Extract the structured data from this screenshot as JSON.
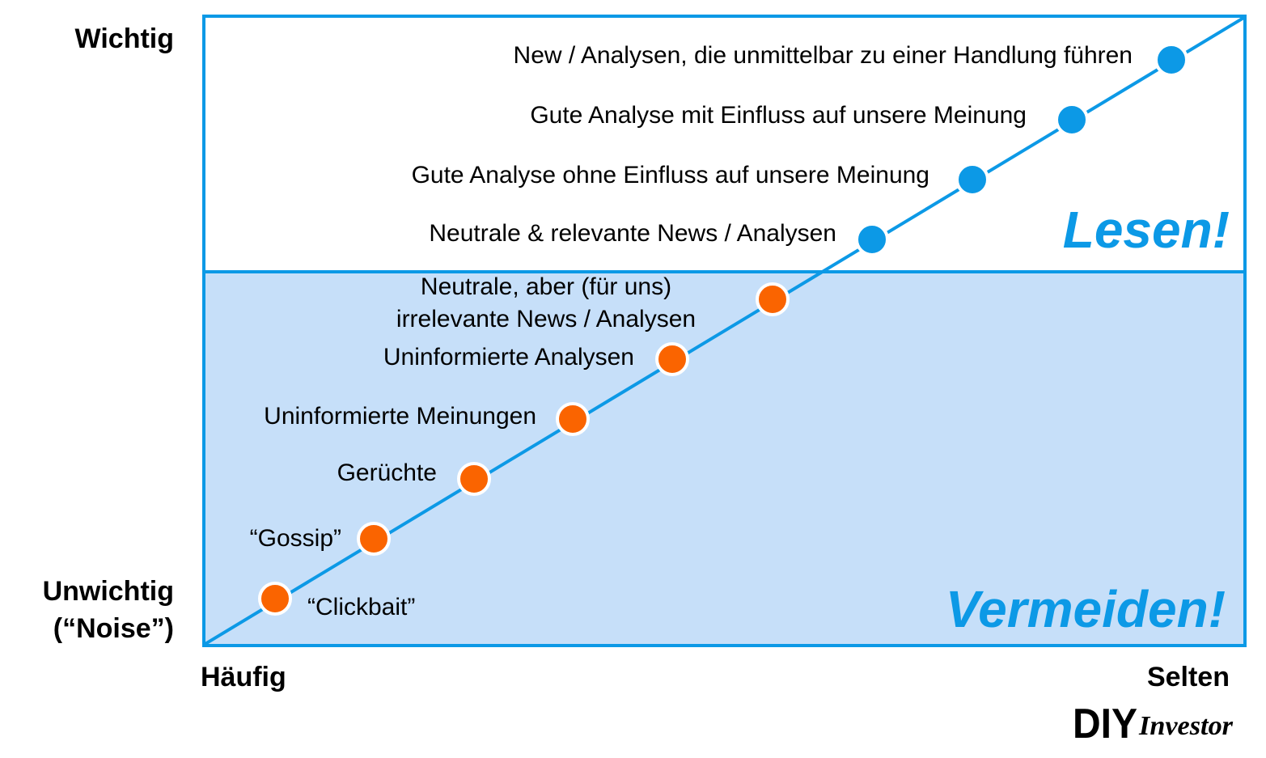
{
  "colors": {
    "border": "#0c99e6",
    "lower_fill": "#c6dff9",
    "line": "#0c99e6",
    "dot_read": "#0c99e6",
    "dot_avoid": "#fa6400",
    "zone_text": "#0c99e6"
  },
  "axes": {
    "y_top": "Wichtig",
    "y_bottom_line1": "Unwichtig",
    "y_bottom_line2": "(“Noise”)",
    "x_left": "Häufig",
    "x_right": "Selten"
  },
  "zones": {
    "read": "Lesen!",
    "avoid": "Vermeiden!"
  },
  "items": {
    "i1": "“Clickbait”",
    "i2": "“Gossip”",
    "i3": "Gerüchte",
    "i4": "Uninformierte Meinungen",
    "i5": "Uninformierte Analysen",
    "i6_line1": "Neutrale, aber (für uns)",
    "i6_line2": "irrelevante News / Analysen",
    "i7": "Neutrale & relevante News / Analysen",
    "i8": "Gute Analyse ohne Einfluss auf unsere Meinung",
    "i9": "Gute Analyse mit Einfluss auf unsere Meinung",
    "i10": "New / Analysen, die unmittelbar zu einer Handlung führen"
  },
  "logo": {
    "part1": "DIY",
    "part2": "Investor"
  }
}
